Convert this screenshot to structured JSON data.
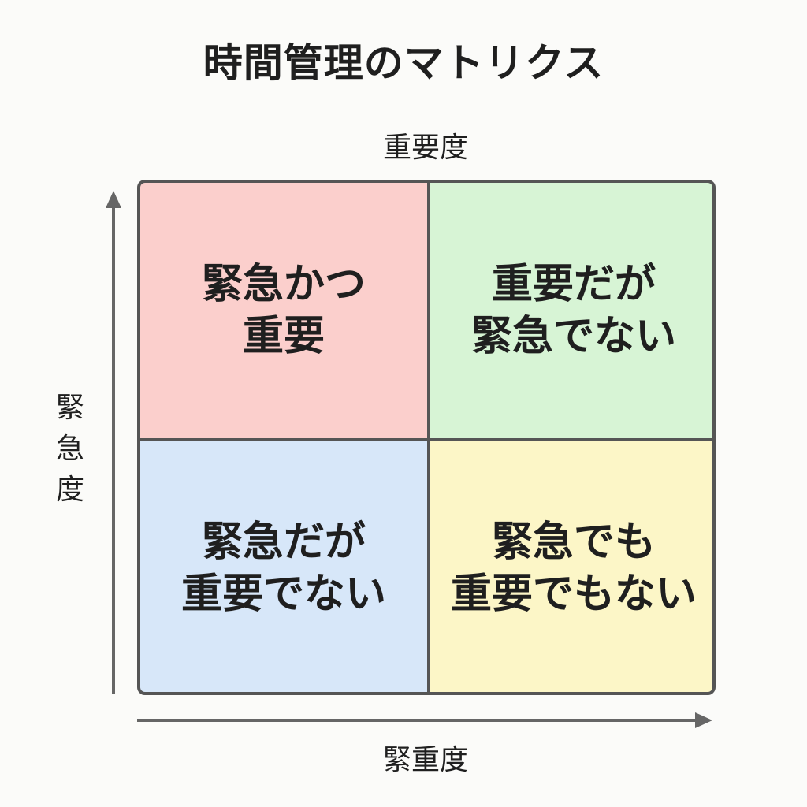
{
  "title": "時間管理のマトリクス",
  "axis_top": "重要度",
  "axis_bottom": "緊重度",
  "axis_left": [
    "緊",
    "急",
    "度"
  ],
  "colors": {
    "urgent_important": "#fbcfcc",
    "important_not_urgent": "#d7f4d5",
    "urgent_not_important": "#d7e7f9",
    "neither": "#fcf6c7",
    "border": "#555555",
    "axis": "#666666"
  },
  "quadrants": [
    {
      "lines": [
        "緊急かつ",
        "重要"
      ]
    },
    {
      "lines": [
        "重要だが",
        "緊急でない"
      ]
    },
    {
      "lines": [
        "緊急だが",
        "重要でない"
      ]
    },
    {
      "lines": [
        "緊急でも",
        "重要でもない"
      ]
    }
  ]
}
